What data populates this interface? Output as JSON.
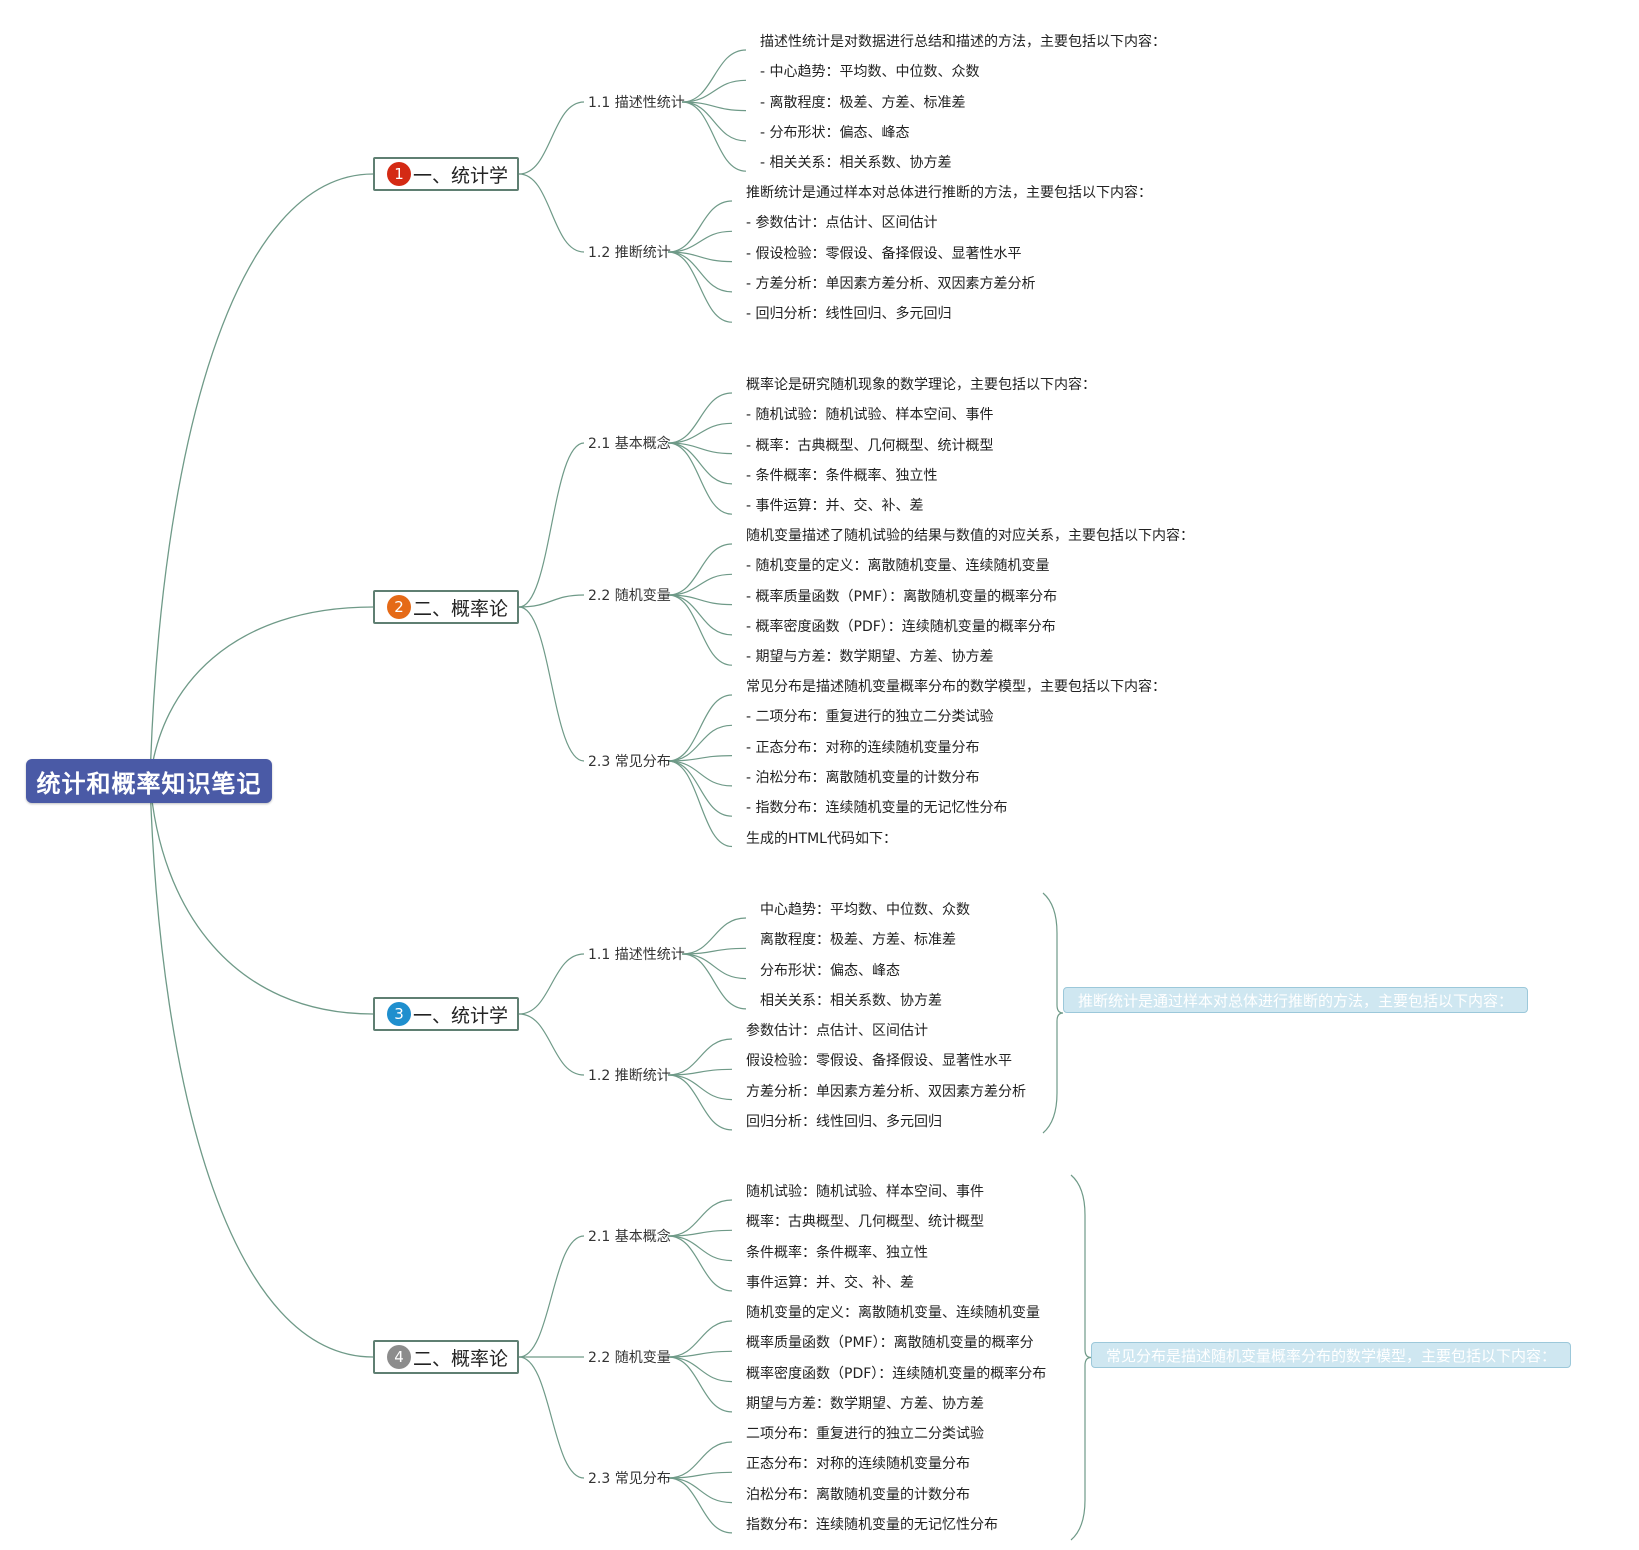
{
  "title": "统计和概率知识笔记",
  "branches": [
    {
      "badge": "1",
      "badge_color": "#d42a14",
      "label": "一、统计学",
      "subs": [
        {
          "label": "1.1 描述性统计",
          "leaves": [
            "描述性统计是对数据进行总结和描述的方法，主要包括以下内容：",
            "- 中心趋势：平均数、中位数、众数",
            "- 离散程度：极差、方差、标准差",
            "- 分布形状：偏态、峰态",
            "- 相关关系：相关系数、协方差"
          ]
        },
        {
          "label": "1.2 推断统计",
          "leaves": [
            "推断统计是通过样本对总体进行推断的方法，主要包括以下内容：",
            "- 参数估计：点估计、区间估计",
            "- 假设检验：零假设、备择假设、显著性水平",
            "- 方差分析：单因素方差分析、双因素方差分析",
            "- 回归分析：线性回归、多元回归"
          ]
        }
      ]
    },
    {
      "badge": "2",
      "badge_color": "#e56a17",
      "label": "二、概率论",
      "subs": [
        {
          "label": "2.1 基本概念",
          "leaves": [
            "概率论是研究随机现象的数学理论，主要包括以下内容：",
            "- 随机试验：随机试验、样本空间、事件",
            "- 概率：古典概型、几何概型、统计概型",
            "- 条件概率：条件概率、独立性",
            "- 事件运算：并、交、补、差"
          ]
        },
        {
          "label": "2.2 随机变量",
          "leaves": [
            "随机变量描述了随机试验的结果与数值的对应关系，主要包括以下内容：",
            "- 随机变量的定义：离散随机变量、连续随机变量",
            "- 概率质量函数（PMF）：离散随机变量的概率分布",
            "- 概率密度函数（PDF）：连续随机变量的概率分布",
            "- 期望与方差：数学期望、方差、协方差"
          ]
        },
        {
          "label": "2.3 常见分布",
          "leaves": [
            "常见分布是描述随机变量概率分布的数学模型，主要包括以下内容：",
            "- 二项分布：重复进行的独立二分类试验",
            "- 正态分布：对称的连续随机变量分布",
            "- 泊松分布：离散随机变量的计数分布",
            "- 指数分布：连续随机变量的无记忆性分布",
            "生成的HTML代码如下："
          ]
        }
      ]
    },
    {
      "badge": "3",
      "badge_color": "#1f8fce",
      "label": "一、统计学",
      "summary": "推断统计是通过样本对总体进行推断的方法，主要包括以下内容：",
      "subs": [
        {
          "label": "1.1 描述性统计",
          "leaves": [
            "中心趋势：平均数、中位数、众数",
            "离散程度：极差、方差、标准差",
            "分布形状：偏态、峰态",
            "相关关系：相关系数、协方差"
          ]
        },
        {
          "label": "1.2 推断统计",
          "leaves": [
            "参数估计：点估计、区间估计",
            "假设检验：零假设、备择假设、显著性水平",
            "方差分析：单因素方差分析、双因素方差分析",
            "回归分析：线性回归、多元回归"
          ]
        }
      ]
    },
    {
      "badge": "4",
      "badge_color": "#8c8c8c",
      "label": "二、概率论",
      "summary": "常见分布是描述随机变量概率分布的数学模型，主要包括以下内容：",
      "subs": [
        {
          "label": "2.1 基本概念",
          "leaves": [
            "随机试验：随机试验、样本空间、事件",
            "概率：古典概型、几何概型、统计概型",
            "条件概率：条件概率、独立性",
            "事件运算：并、交、补、差"
          ]
        },
        {
          "label": "2.2 随机变量",
          "leaves": [
            "随机变量的定义：离散随机变量、连续随机变量",
            "概率质量函数（PMF）：离散随机变量的概率分",
            "概率密度函数（PDF）：连续随机变量的概率分布",
            "期望与方差：数学期望、方差、协方差"
          ]
        },
        {
          "label": "2.3 常见分布",
          "leaves": [
            "二项分布：重复进行的独立二分类试验",
            "正态分布：对称的连续随机变量分布",
            "泊松分布：离散随机变量的计数分布",
            "指数分布：连续随机变量的无记忆性分布"
          ]
        }
      ]
    }
  ]
}
